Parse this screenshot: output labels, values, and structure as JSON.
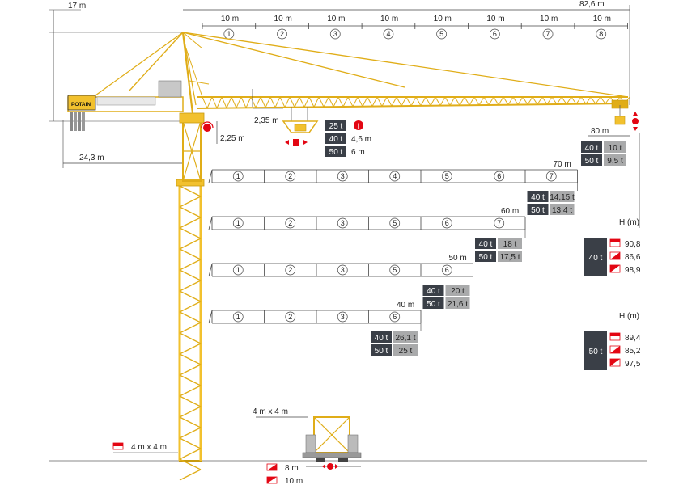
{
  "top_dims": {
    "left_height": "17 m",
    "total_length": "82,6 m",
    "segment_label": "10 m",
    "segments": [
      "1",
      "2",
      "3",
      "4",
      "5",
      "6",
      "7",
      "8"
    ]
  },
  "counter_jib": {
    "length": "24,3 m"
  },
  "crane_dims": {
    "d1": "2,35 m",
    "d2": "2,25 m"
  },
  "brand": "POTAIN",
  "hook_loads": [
    {
      "load": "25 t",
      "dist": "",
      "info_icon": true
    },
    {
      "load": "40 t",
      "dist": "4,6 m"
    },
    {
      "load": "50 t",
      "dist": "6 m"
    }
  ],
  "tip": {
    "radius": "80 m",
    "rows": [
      {
        "load": "40 t",
        "cap": "10 t"
      },
      {
        "load": "50 t",
        "cap": "9,5 t"
      }
    ]
  },
  "jib_configs": [
    {
      "length": "70 m",
      "segments": [
        "1",
        "2",
        "3",
        "4",
        "5",
        "6",
        "7"
      ],
      "rows": [
        {
          "load": "40 t",
          "cap": "14,15 t"
        },
        {
          "load": "50 t",
          "cap": "13,4 t"
        }
      ]
    },
    {
      "length": "60 m",
      "segments": [
        "1",
        "2",
        "3",
        "5",
        "6",
        "7"
      ],
      "rows": [
        {
          "load": "40 t",
          "cap": "18 t"
        },
        {
          "load": "50 t",
          "cap": "17,5 t"
        }
      ]
    },
    {
      "length": "50 m",
      "segments": [
        "1",
        "2",
        "3",
        "5",
        "6"
      ],
      "rows": [
        {
          "load": "40 t",
          "cap": "20 t"
        },
        {
          "load": "50 t",
          "cap": "21,6 t"
        }
      ]
    },
    {
      "length": "40 m",
      "segments": [
        "1",
        "2",
        "3",
        "6"
      ],
      "rows": [
        {
          "load": "40 t",
          "cap": "26,1 t"
        },
        {
          "load": "50 t",
          "cap": "25 t"
        }
      ]
    }
  ],
  "heights": [
    {
      "title": "H (m)",
      "load": "40 t",
      "values": [
        "90,8",
        "86,6",
        "98,9"
      ]
    },
    {
      "title": "H (m)",
      "load": "50 t",
      "values": [
        "89,4",
        "85,2",
        "97,5"
      ]
    }
  ],
  "base": {
    "mast_section": "4 m x 4 m",
    "footprint": "4 m x 4 m",
    "widths": [
      "8 m",
      "10 m"
    ]
  },
  "colors": {
    "crane": "#f2c12e",
    "crane_dark": "#c79a10",
    "dark_box": "#3a3f47",
    "grey_box": "#a9aaab",
    "red": "#e30613"
  }
}
